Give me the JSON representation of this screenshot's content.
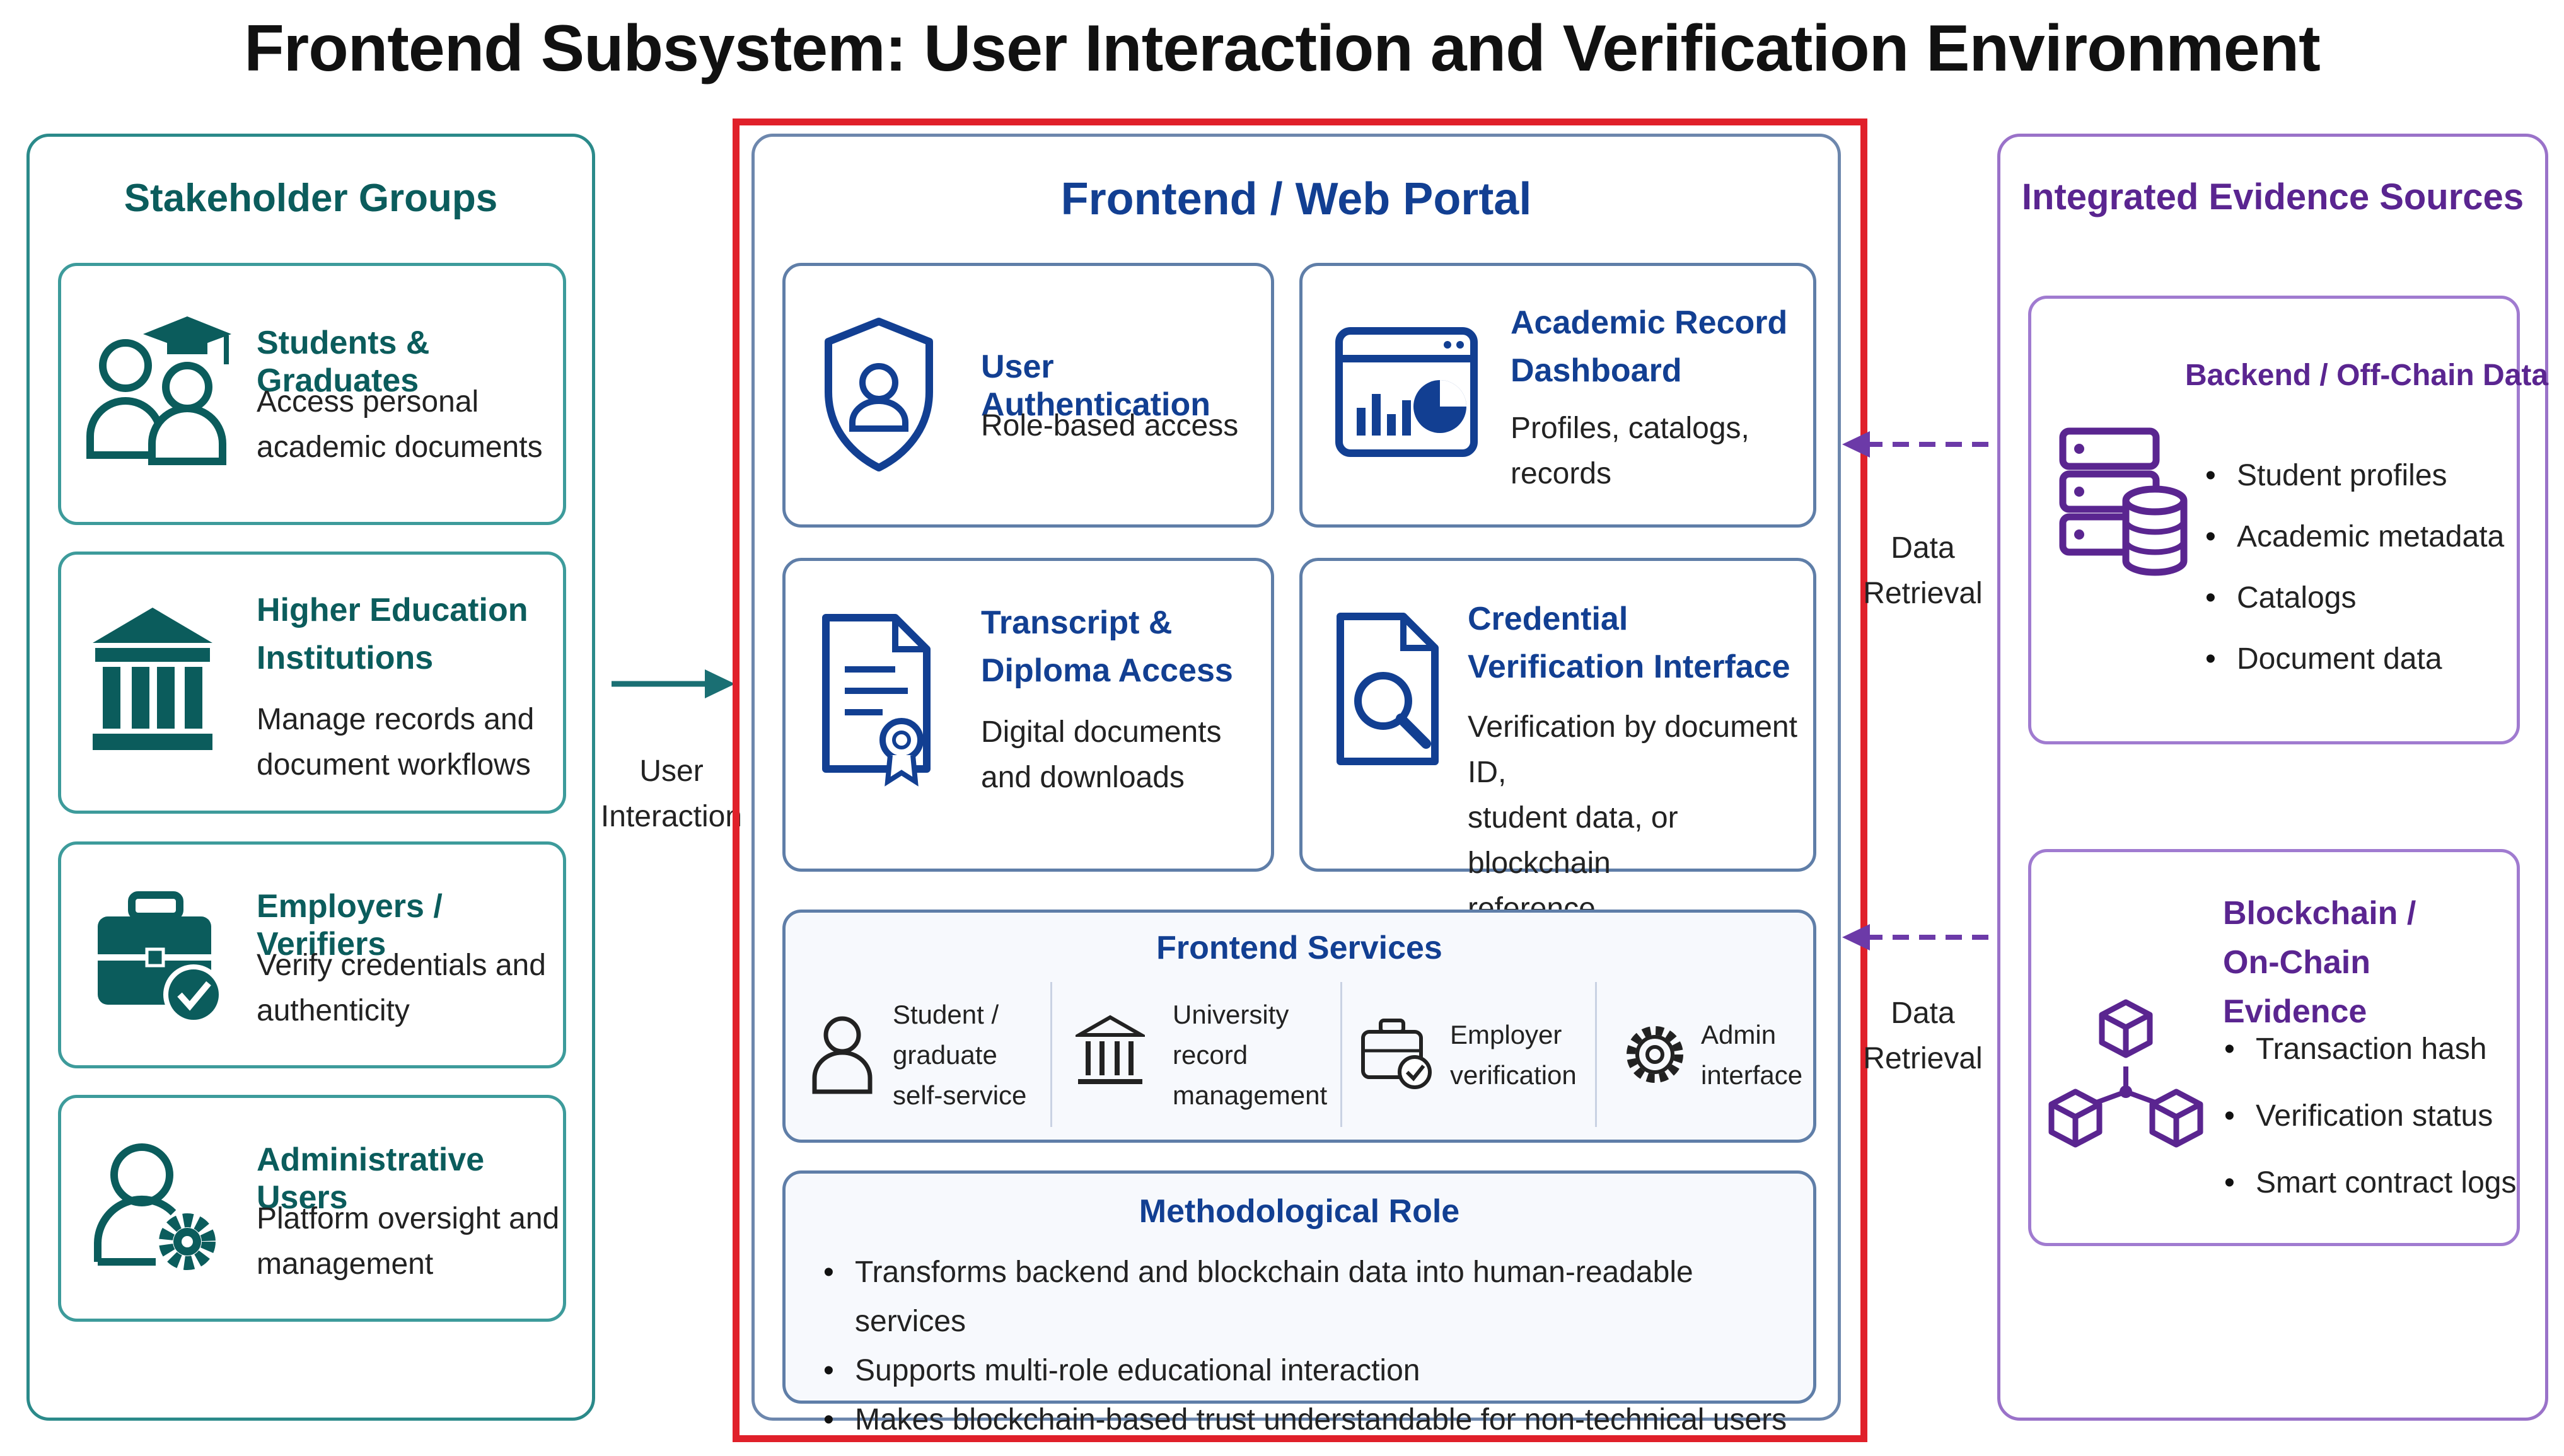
{
  "title": "Frontend Subsystem: User Interaction and Verification Environment",
  "stakeholders": {
    "heading": "Stakeholder Groups",
    "groups": [
      {
        "title": "Students & Graduates",
        "desc_lines": [
          "Access personal",
          "academic documents"
        ]
      },
      {
        "title_lines": [
          "Higher Education",
          "Institutions"
        ],
        "desc_lines": [
          "Manage records and",
          "document workflows"
        ]
      },
      {
        "title": "Employers / Verifiers",
        "desc_lines": [
          "Verify credentials and",
          "authenticity"
        ]
      },
      {
        "title": "Administrative Users",
        "desc_lines": [
          "Platform oversight and",
          "management"
        ]
      }
    ]
  },
  "arrows": {
    "user_interaction_lines": [
      "User",
      "Interaction"
    ],
    "data_retrieval_top_lines": [
      "Data",
      "Retrieval"
    ],
    "data_retrieval_bottom_lines": [
      "Data",
      "Retrieval"
    ]
  },
  "portal": {
    "heading": "Frontend / Web Portal",
    "modules": [
      {
        "title_lines": [
          "User Authentication"
        ],
        "desc_lines": [
          "Role-based access"
        ]
      },
      {
        "title_lines": [
          "Academic Record",
          "Dashboard"
        ],
        "desc_lines": [
          "Profiles, catalogs,",
          "records"
        ]
      },
      {
        "title_lines": [
          "Transcript &",
          "Diploma Access"
        ],
        "desc_lines": [
          "Digital documents",
          "and downloads"
        ]
      },
      {
        "title_lines": [
          "Credential",
          "Verification Interface"
        ],
        "desc_lines": [
          "Verification by document ID,",
          "student data, or blockchain",
          "reference"
        ]
      }
    ],
    "services": {
      "heading": "Frontend Services",
      "items": [
        {
          "lines": [
            "Student /",
            "graduate",
            "self-service"
          ]
        },
        {
          "lines": [
            "University",
            "record",
            "management"
          ]
        },
        {
          "lines": [
            "Employer",
            "verification"
          ]
        },
        {
          "lines": [
            "Admin",
            "interface"
          ]
        }
      ]
    },
    "role": {
      "heading": "Methodological Role",
      "bullets": [
        "Transforms backend and blockchain data into human-readable services",
        "Supports multi-role educational interaction",
        "Makes blockchain-based trust understandable for non-technical users"
      ]
    }
  },
  "evidence": {
    "heading": "Integrated Evidence Sources",
    "backend": {
      "title": "Backend / Off-Chain Data",
      "bullets": [
        "Student profiles",
        "Academic metadata",
        "Catalogs",
        "Document data"
      ]
    },
    "blockchain": {
      "title_lines": [
        "Blockchain /",
        "On-Chain Evidence"
      ],
      "bullets": [
        "Transaction hash",
        "Verification status",
        "Smart contract logs"
      ]
    }
  },
  "colors": {
    "teal": "#0b5c5c",
    "navy": "#123f92",
    "purple": "#5a2590",
    "highlight_red": "#e0202a"
  }
}
